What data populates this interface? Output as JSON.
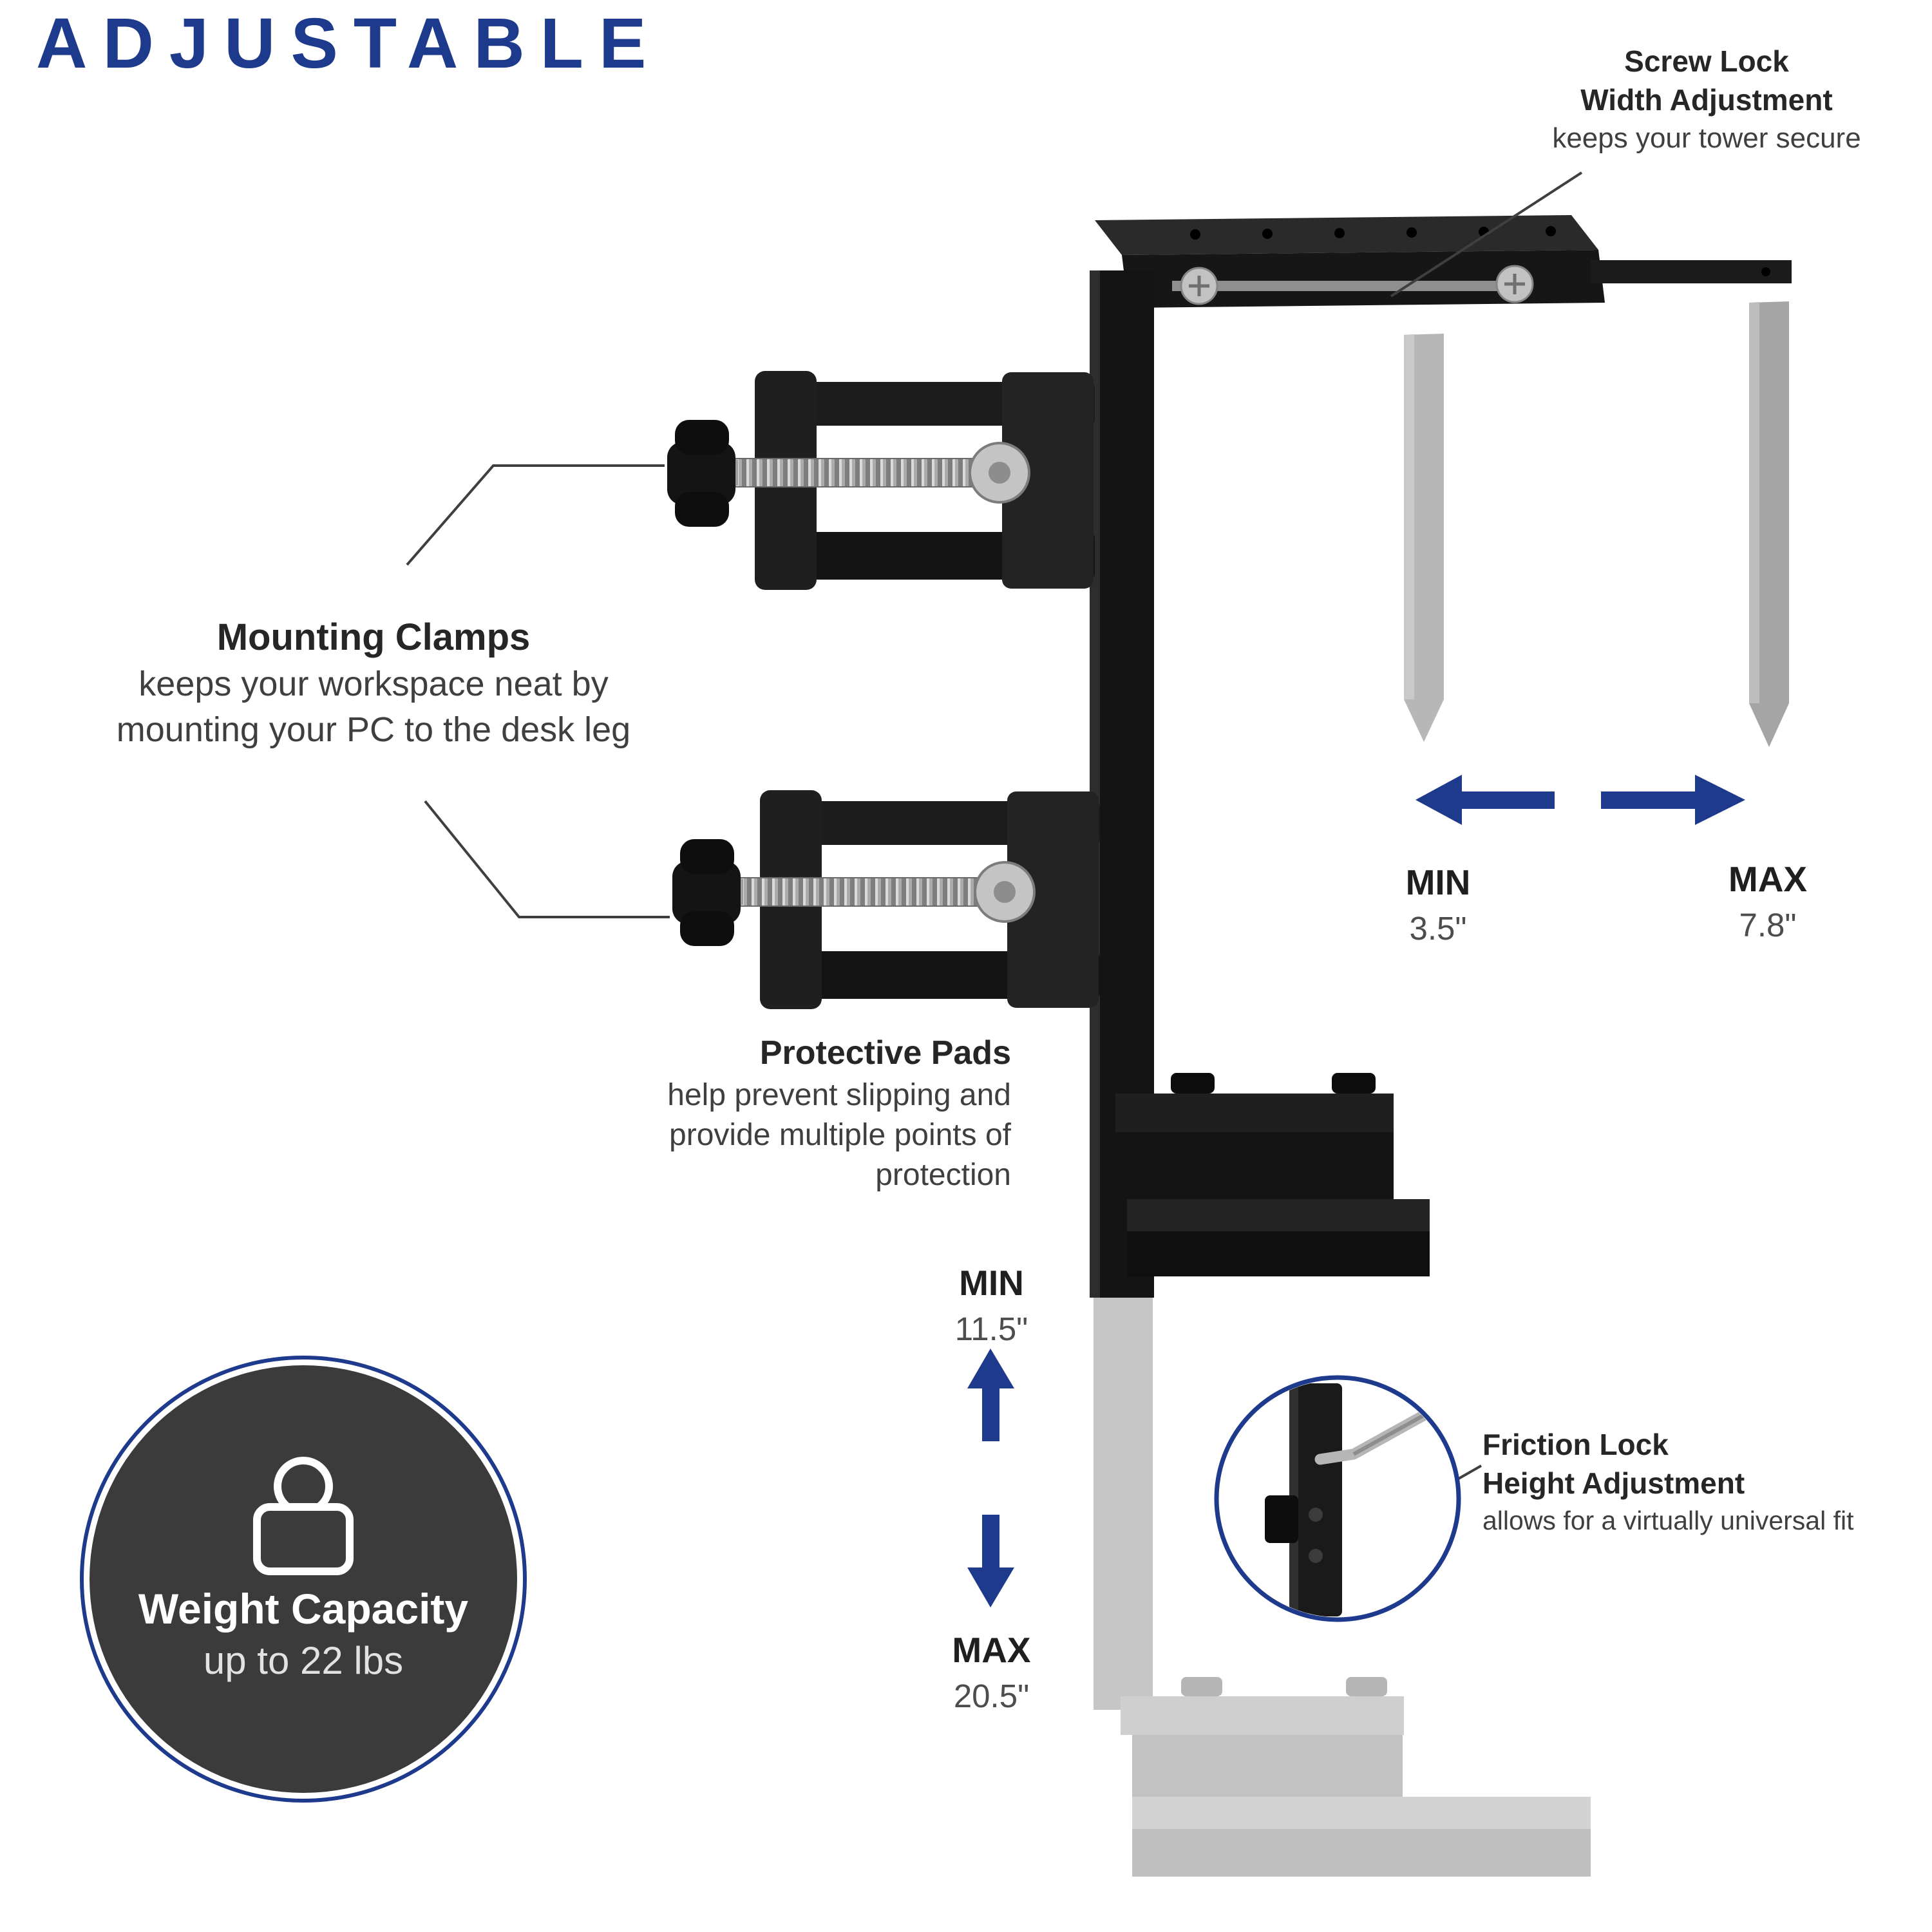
{
  "title": "ADJUSTABLE",
  "annotations": {
    "screw_lock": {
      "heading_line1": "Screw Lock",
      "heading_line2": "Width Adjustment",
      "body": "keeps your tower secure"
    },
    "mounting_clamps": {
      "heading": "Mounting Clamps",
      "body_line1": "keeps your workspace neat by",
      "body_line2": "mounting your PC to the desk leg"
    },
    "protective_pads": {
      "heading": "Protective Pads",
      "body_line1": "help prevent slipping and",
      "body_line2": "provide multiple points of",
      "body_line3": "protection"
    },
    "friction_lock": {
      "heading_line1": "Friction Lock",
      "heading_line2": "Height Adjustment",
      "body": "allows for a virtually universal fit"
    }
  },
  "measurements": {
    "width": {
      "min_label": "MIN",
      "min_value": "3.5\"",
      "max_label": "MAX",
      "max_value": "7.8\""
    },
    "height": {
      "min_label": "MIN",
      "min_value": "11.5\"",
      "max_label": "MAX",
      "max_value": "20.5\""
    }
  },
  "badge": {
    "heading": "Weight Capacity",
    "body": "up to 22 lbs"
  },
  "icons": {
    "weight": "weight-icon"
  },
  "colors": {
    "accent": "#1e3a8d",
    "badge_bg": "#3b3b3b",
    "product_black": "#161616",
    "ghost_gray": "#bdbdbd"
  }
}
